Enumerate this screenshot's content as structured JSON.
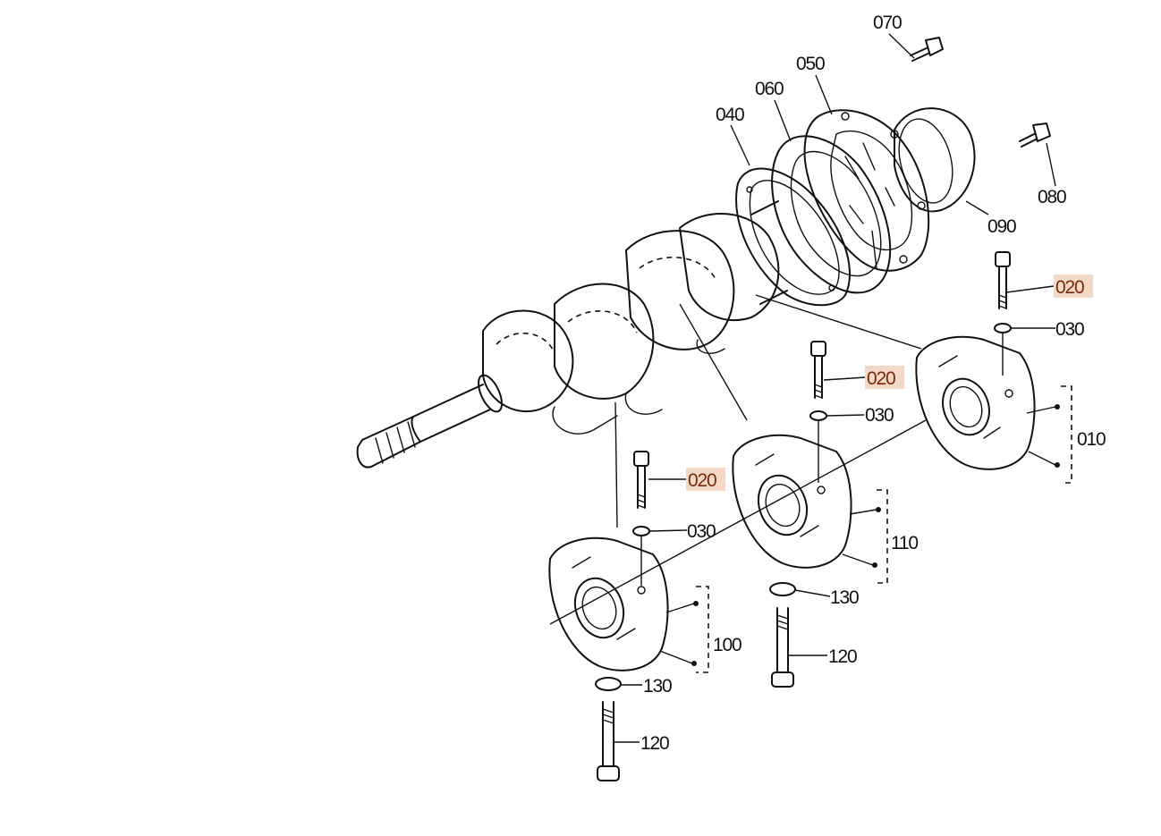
{
  "labels": {
    "p010": "010",
    "p020a": "020",
    "p020b": "020",
    "p020c": "020",
    "p030a": "030",
    "p030b": "030",
    "p030c": "030",
    "p040": "040",
    "p050": "050",
    "p060": "060",
    "p070": "070",
    "p080": "080",
    "p090": "090",
    "p100": "100",
    "p110": "110",
    "p120a": "120",
    "p120b": "120",
    "p130a": "130",
    "p130b": "130"
  },
  "colors": {
    "ink": "#111111",
    "highlight_bg": "#f3d9c8",
    "highlight_text": "#7a2a0a"
  }
}
